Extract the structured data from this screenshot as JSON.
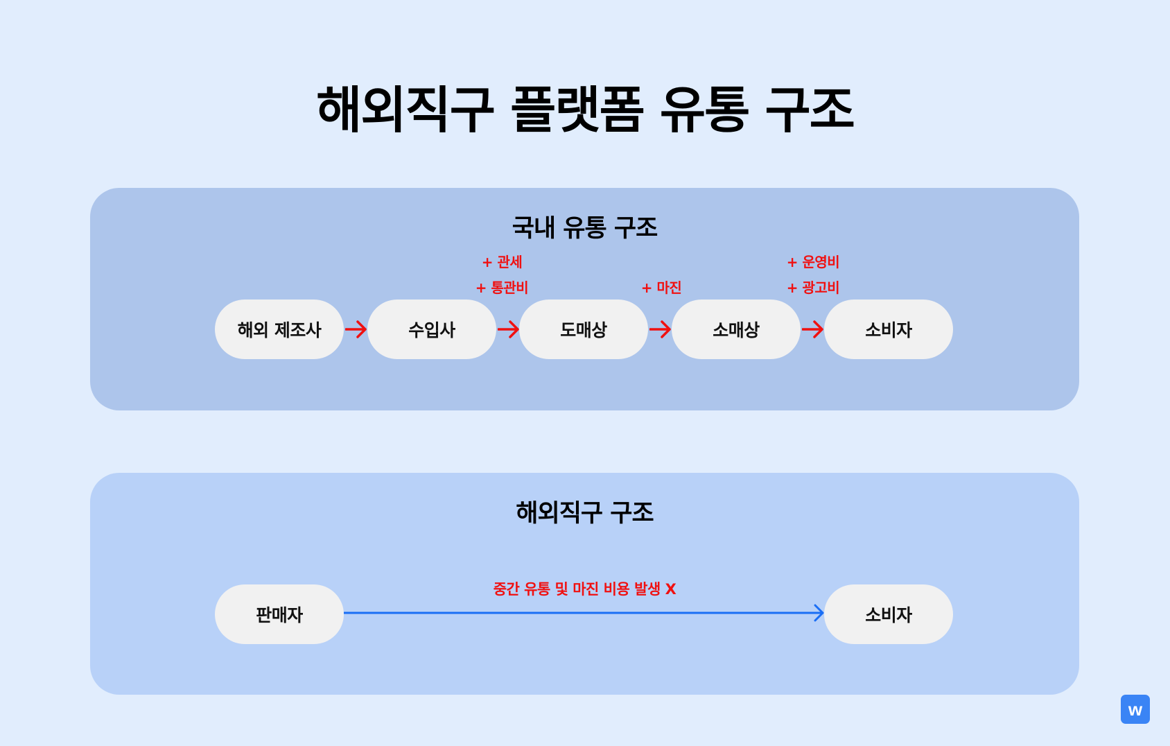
{
  "title": "해외직구 플랫폼 유통 구조",
  "domestic": {
    "title": "국내 유통 구조",
    "nodes": [
      "해외 제조사",
      "수입사",
      "도매상",
      "소매상",
      "소비자"
    ],
    "costs": [
      {
        "between": "수입사→도매상",
        "lines": [
          "+ 관세",
          "+ 통관비"
        ]
      },
      {
        "between": "도매상→소매상",
        "lines": [
          "+ 마진"
        ]
      },
      {
        "between": "소매상→소비자",
        "lines": [
          "+ 운영비",
          "+ 광고비"
        ]
      }
    ],
    "arrow_color": "#f01010"
  },
  "direct": {
    "title": "해외직구 구조",
    "nodes": [
      "판매자",
      "소비자"
    ],
    "note": "중간 유통 및 마진 비용 발생 X",
    "arrow_color": "#1a6ef5"
  },
  "logo": {
    "label": "w",
    "color": "#3a84f5"
  },
  "colors": {
    "background": "#e1edfd",
    "domestic_panel": "#adc5eb",
    "direct_panel": "#b8d1f8",
    "node": "#f1f1f1",
    "cost_text": "#f01010"
  }
}
